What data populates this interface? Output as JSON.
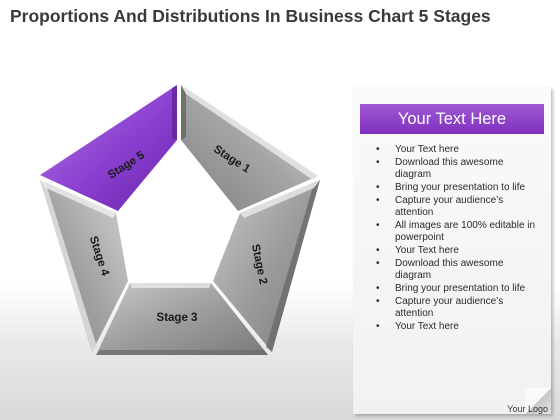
{
  "title": "Proportions And Distributions In Business Chart 5 Stages",
  "diagram": {
    "stages": [
      {
        "label": "Stage 1"
      },
      {
        "label": "Stage 2"
      },
      {
        "label": "Stage 3"
      },
      {
        "label": "Stage 4"
      },
      {
        "label": "Stage 5"
      }
    ],
    "colors": {
      "accent": "#8a3fd1",
      "segment": "#9a9a9a",
      "segment_dark": "#6e6e6e",
      "segment_light": "#cfcfcf"
    }
  },
  "panel": {
    "header": "Your Text Here",
    "header_color": "#8a3fd1",
    "bullet_icon": "bullet-dot",
    "bullets": [
      "Your Text here",
      "Download this awesome diagram",
      "Bring your presentation to life",
      "Capture your audience’s attention",
      "All images are 100% editable in powerpoint",
      "Your Text here",
      "Download this awesome diagram",
      "Bring your presentation to life",
      "Capture your audience’s attention",
      "Your Text here"
    ]
  },
  "footer": "Your Logo"
}
